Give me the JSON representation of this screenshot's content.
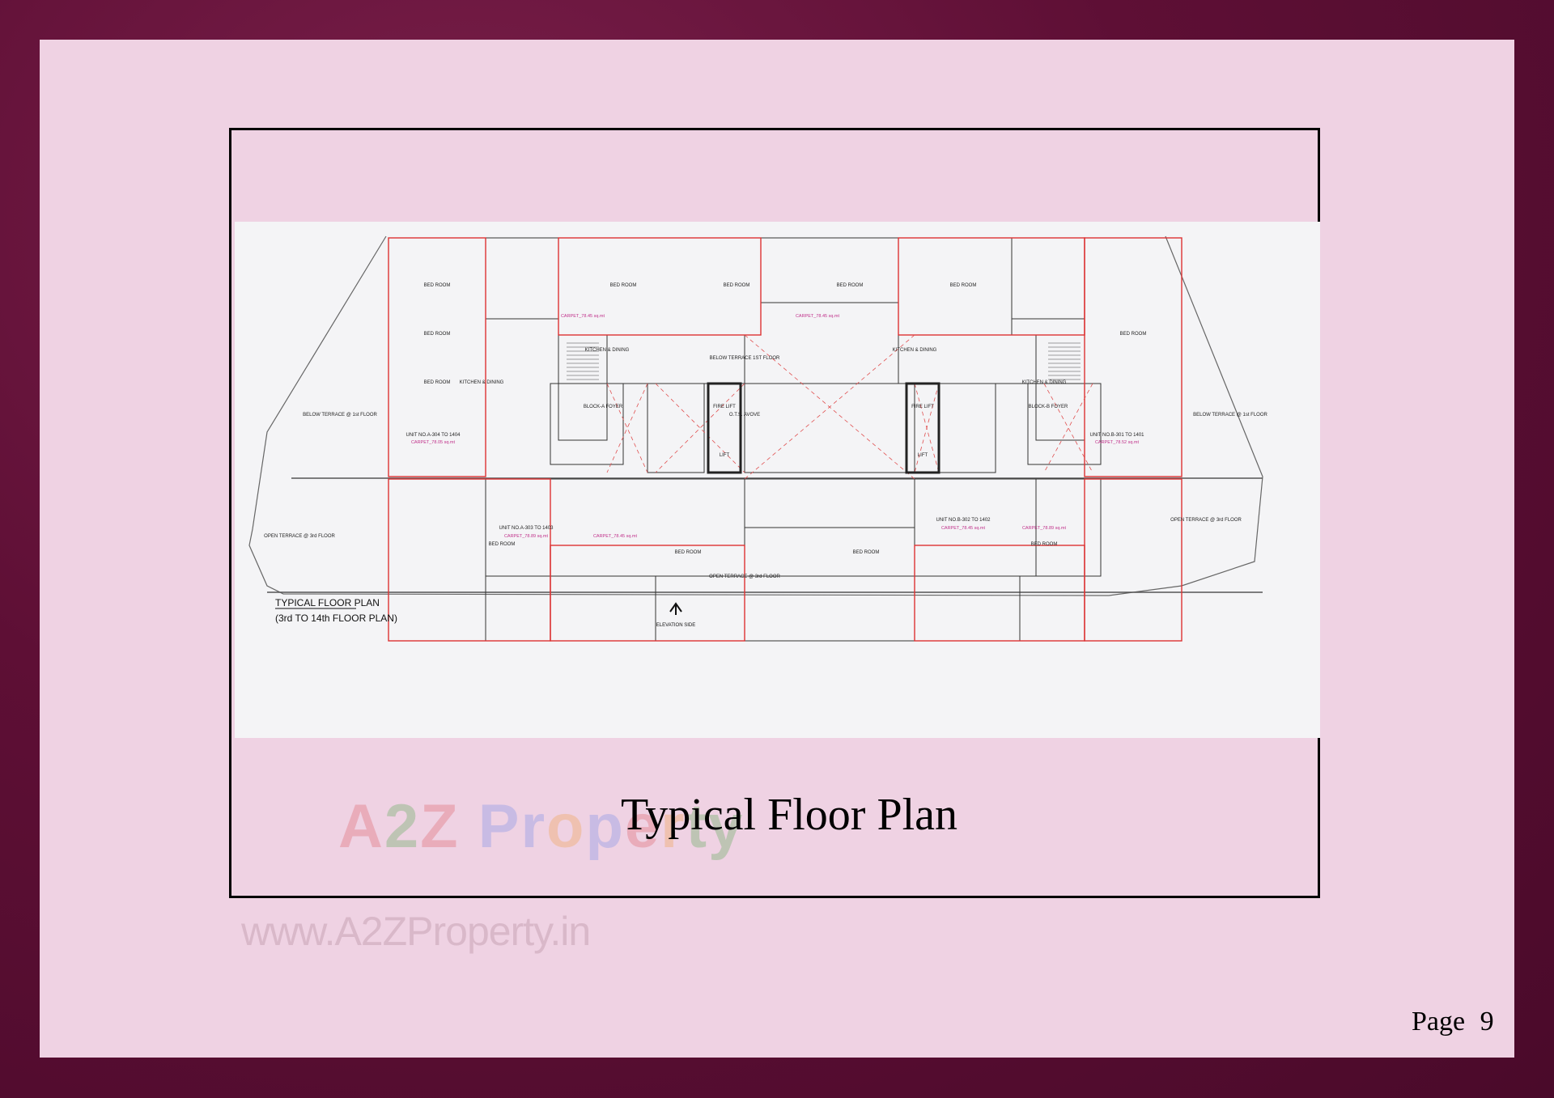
{
  "page_title": "Typical Floor Plan",
  "page_number": "Page  9",
  "watermark": {
    "logo_letters": [
      "A",
      "2",
      "Z",
      " ",
      "P",
      "r",
      "o",
      "p",
      "e",
      "r",
      "t",
      "y"
    ],
    "logo_colors": [
      "#e0707a",
      "#6fae6a",
      "#e0707a",
      "#fff",
      "#8b96e6",
      "#8b96e6",
      "#f0a860",
      "#8b96e6",
      "#e0707a",
      "#f0a860",
      "#6fae6a",
      "#6fae6a"
    ],
    "url": "www.A2ZProperty.in"
  },
  "plan": {
    "title": "TYPICAL FLOOR PLAN",
    "subtitle": "(3rd TO 14th FLOOR PLAN)",
    "elevation": "ELEVATION SIDE",
    "rooms": [
      "BED ROOM",
      "BED ROOM",
      "BED ROOM",
      "BED ROOM",
      "KITCHEN & DINING",
      "KITCHEN & DINING",
      "KITCHEN & DINING",
      "KITCHEN & DINING",
      "BED ROOM",
      "BED ROOM",
      "BED ROOM",
      "BED ROOM",
      "BELOW TERRACE 1ST FLOOR",
      "O.T.S. AVOVE",
      "BLOCK-A FOYER",
      "BLOCK-B FOYER",
      "FIRE LIFT",
      "FIRE LIFT",
      "LIFT",
      "LIFT",
      "OPEN TERRACE @ 3rd FLOOR",
      "OPEN TERRACE @ 3rd FLOOR",
      "OPEN TERRACE @ 3rd FLOOR",
      "BELOW TERRACE @ 1st FLOOR",
      "BELOW TERRACE @ 1st FLOOR",
      "UNIT NO.A-304 TO 1404",
      "UNIT NO.B-301 TO 1401",
      "UNIT NO.A-303 TO 1403",
      "UNIT NO.B-302 TO 1402",
      "BED ROOM",
      "BED ROOM",
      "BED ROOM",
      "BED ROOM"
    ],
    "carpet": [
      "CARPET_78.45 sq.mt",
      "CARPET_78.45 sq.mt",
      "CARPET_78.05 sq.mt",
      "CARPET_78.52 sq.mt",
      "CARPET_78.89 sq.mt",
      "CARPET_78.45 sq.mt",
      "CARPET_78.45 sq.mt",
      "CARPET_78.89 sq.mt"
    ]
  }
}
